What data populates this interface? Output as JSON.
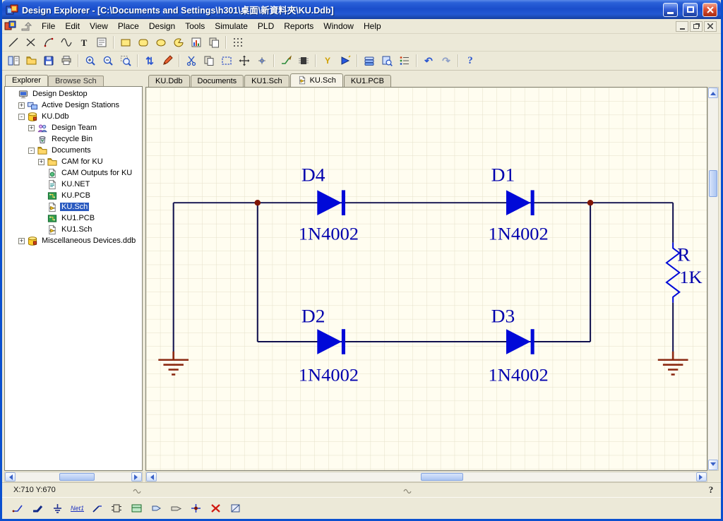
{
  "titlebar": {
    "title": "Design Explorer - [C:\\Documents and Settings\\h301\\桌面\\新資料夾\\KU.Ddb]"
  },
  "menu": {
    "items": [
      "File",
      "Edit",
      "View",
      "Place",
      "Design",
      "Tools",
      "Simulate",
      "PLD",
      "Reports",
      "Window",
      "Help"
    ]
  },
  "glyphs": {
    "text_tool": "T",
    "undo": "↶",
    "redo": "↷",
    "updown": "⇅",
    "probe": "Y",
    "help": "?"
  },
  "panel": {
    "tabs": [
      {
        "label": "Explorer"
      },
      {
        "label": "Browse Sch"
      }
    ],
    "tree": [
      {
        "label": "Design Desktop"
      },
      {
        "label": "Active Design Stations",
        "expand": "+"
      },
      {
        "label": "KU.Ddb",
        "expand": "-"
      },
      {
        "label": "Design Team",
        "expand": "+"
      },
      {
        "label": "Recycle Bin"
      },
      {
        "label": "Documents",
        "expand": "-"
      },
      {
        "label": "CAM for KU",
        "expand": "+"
      },
      {
        "label": "CAM Outputs for KU"
      },
      {
        "label": "KU.NET"
      },
      {
        "label": "KU.PCB"
      },
      {
        "label": "KU.Sch",
        "selected": true
      },
      {
        "label": "KU1.PCB"
      },
      {
        "label": "KU1.Sch"
      },
      {
        "label": "Miscellaneous Devices.ddb",
        "expand": "+"
      }
    ]
  },
  "docTabs": {
    "tabs": [
      {
        "label": "KU.Ddb"
      },
      {
        "label": "Documents"
      },
      {
        "label": "KU1.Sch"
      },
      {
        "label": "KU.Sch"
      },
      {
        "label": "KU1.PCB"
      }
    ],
    "active": "KU.Sch"
  },
  "schematic": {
    "components": [
      {
        "ref": "D4",
        "value": "1N4002"
      },
      {
        "ref": "D1",
        "value": "1N4002"
      },
      {
        "ref": "D2",
        "value": "1N4002"
      },
      {
        "ref": "D3",
        "value": "1N4002"
      },
      {
        "ref": "R",
        "value": "1K"
      }
    ]
  },
  "wiring": {
    "netLabel": "Net1"
  },
  "statusbar": {
    "coords": "X:710 Y:670"
  },
  "colors": {
    "diode": "#0009d8",
    "label": "#0000ad",
    "wire": "#10104e",
    "resistor": "#0009d8",
    "ground": "#8b2912",
    "junction": "#801505",
    "canvasBg": "#fffdf0",
    "grid": "#e4e0c9",
    "selection": "#2a5ac0",
    "titlebar": "#1a4ecb"
  }
}
